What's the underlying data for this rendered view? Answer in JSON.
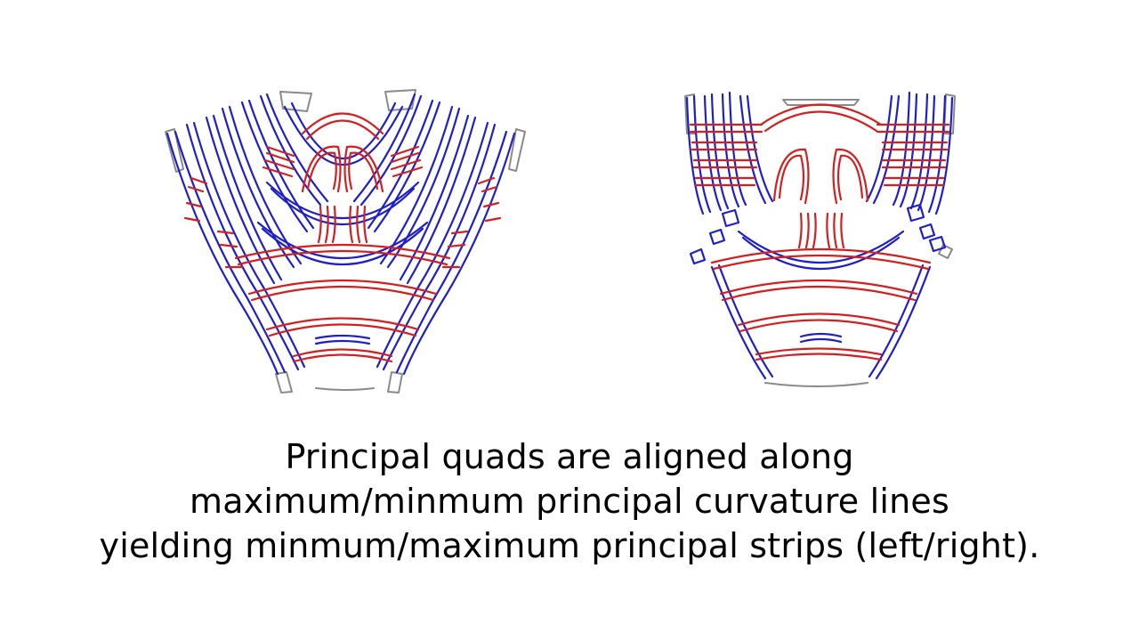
{
  "caption": {
    "line1": "Principal quads are aligned along",
    "line2": "maximum/minmum principal curvature lines",
    "line3": "yielding minmum/maximum principal strips (left/right)."
  },
  "colors": {
    "background": "#ffffff",
    "max_strip": "#d41f1f",
    "min_strip": "#1f1fc8",
    "boundary": "#8a8a8a",
    "text": "#000000"
  }
}
